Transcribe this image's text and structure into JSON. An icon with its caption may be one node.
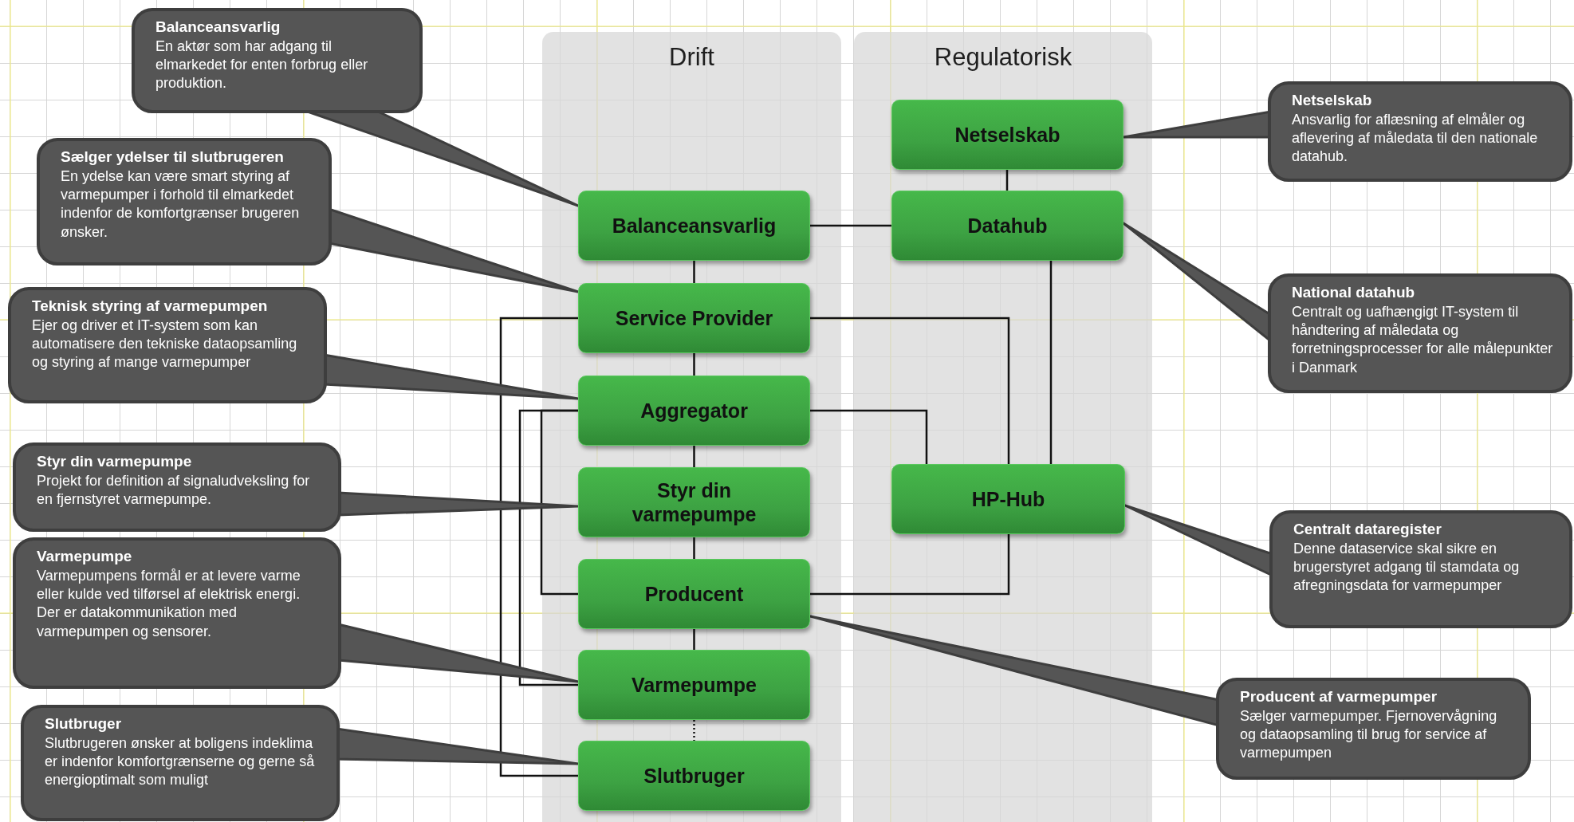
{
  "diagram": {
    "nodes": [
      {
        "text": [
          "Drift"
        ]
      },
      {
        "text": [
          "Regulatorisk"
        ]
      },
      {
        "text": [
          "Balanceansvarlig"
        ],
        "in": 0
      },
      {
        "text": [
          "Service Provider"
        ],
        "in": 0
      },
      {
        "text": [
          "Aggregator"
        ],
        "in": 0
      },
      {
        "text": [
          "Styr din varmepumpe"
        ],
        "in": 0
      },
      {
        "text": [
          "Producent"
        ],
        "in": 0
      },
      {
        "text": [
          "Varmepumpe"
        ],
        "in": 0
      },
      {
        "text": [
          "Slutbruger"
        ],
        "in": 0
      },
      {
        "text": [
          "Netselskab"
        ],
        "in": 1
      },
      {
        "text": [
          "Datahub"
        ],
        "in": 1
      },
      {
        "text": [
          "HP-Hub"
        ],
        "in": 1
      },
      {
        "text": [
          "Balanceansvarlig",
          "En aktør som har adgang til elmarkedet for enten forbrug eller produktion."
        ]
      },
      {
        "text": [
          "Sælger ydelser til slutbrugeren",
          "En ydelse kan være smart styring af varmepumper i forhold til elmarkedet indenfor de komfortgrænser brugeren ønsker."
        ]
      },
      {
        "text": [
          "Teknisk styring af varmepumpen",
          "Ejer og driver et IT-system som kan automatisere den tekniske dataopsamling og styring af mange varmepumper"
        ]
      },
      {
        "text": [
          "Styr din varmepumpe",
          "Projekt for definition af signaludveksling for en fjernstyret varmepumpe."
        ]
      },
      {
        "text": [
          "Varmepumpe",
          "Varmepumpens formål er at levere varme eller kulde ved tilførsel af elektrisk energi. Der er datakommunikation med varmepumpen og sensorer."
        ]
      },
      {
        "text": [
          "Slutbruger",
          "Slutbrugeren ønsker at boligens indeklima er indenfor komfortgrænserne og gerne så energioptimalt som muligt"
        ]
      },
      {
        "text": [
          "Netselskab",
          "Ansvarlig for aflæsning af elmåler og aflevering af måledata til den nationale datahub."
        ]
      },
      {
        "text": [
          "National datahub",
          "Centralt og uafhængigt IT-system til håndtering af måledata og forretningsprocesser for alle målepunkter i Danmark"
        ]
      },
      {
        "text": [
          "Centralt dataregister",
          "Denne dataservice skal sikre en brugerstyret adgang til stamdata og afregningsdata for varmepumper"
        ]
      },
      {
        "text": [
          "Producent af varmepumper",
          "Sælger varmepumper. Fjernovervågning og dataopsamling til brug for service af varmepumpen"
        ]
      }
    ],
    "edges": [
      {
        "from": 9,
        "to": 10,
        "arrow": "none"
      },
      {
        "from": 2,
        "to": 10,
        "arrow": "none"
      },
      {
        "from": 2,
        "to": 3,
        "arrow": "none"
      },
      {
        "from": 3,
        "to": 4,
        "arrow": "none"
      },
      {
        "from": 4,
        "to": 5,
        "arrow": "none"
      },
      {
        "from": 5,
        "to": 6,
        "arrow": "none"
      },
      {
        "from": 6,
        "to": 7,
        "arrow": "none"
      },
      {
        "from": 7,
        "to": 8,
        "arrow": "none",
        "style": "dashed"
      },
      {
        "from": 3,
        "to": 11,
        "arrow": "none"
      },
      {
        "from": 4,
        "to": 11,
        "arrow": "none"
      },
      {
        "from": 10,
        "to": 11,
        "arrow": "none"
      },
      {
        "from": 6,
        "to": 11,
        "arrow": "none"
      },
      {
        "from": 3,
        "to": 8,
        "arrow": "none"
      },
      {
        "from": 4,
        "to": 7,
        "arrow": "none"
      },
      {
        "from": 4,
        "to": 6,
        "arrow": "none"
      },
      {
        "from": 12,
        "to": 2,
        "arrow": "none",
        "style": "thick",
        "color": "#555555"
      },
      {
        "from": 13,
        "to": 3,
        "arrow": "none",
        "style": "thick",
        "color": "#555555"
      },
      {
        "from": 14,
        "to": 4,
        "arrow": "none",
        "style": "thick",
        "color": "#555555"
      },
      {
        "from": 15,
        "to": 5,
        "arrow": "none",
        "style": "thick",
        "color": "#555555"
      },
      {
        "from": 16,
        "to": 7,
        "arrow": "none",
        "style": "thick",
        "color": "#555555"
      },
      {
        "from": 17,
        "to": 8,
        "arrow": "none",
        "style": "thick",
        "color": "#555555"
      },
      {
        "from": 18,
        "to": 9,
        "arrow": "none",
        "style": "thick",
        "color": "#555555"
      },
      {
        "from": 19,
        "to": 10,
        "arrow": "none",
        "style": "thick",
        "color": "#555555"
      },
      {
        "from": 20,
        "to": 11,
        "arrow": "none",
        "style": "thick",
        "color": "#555555"
      },
      {
        "from": 21,
        "to": 6,
        "arrow": "none",
        "style": "thick",
        "color": "#555555"
      }
    ]
  }
}
